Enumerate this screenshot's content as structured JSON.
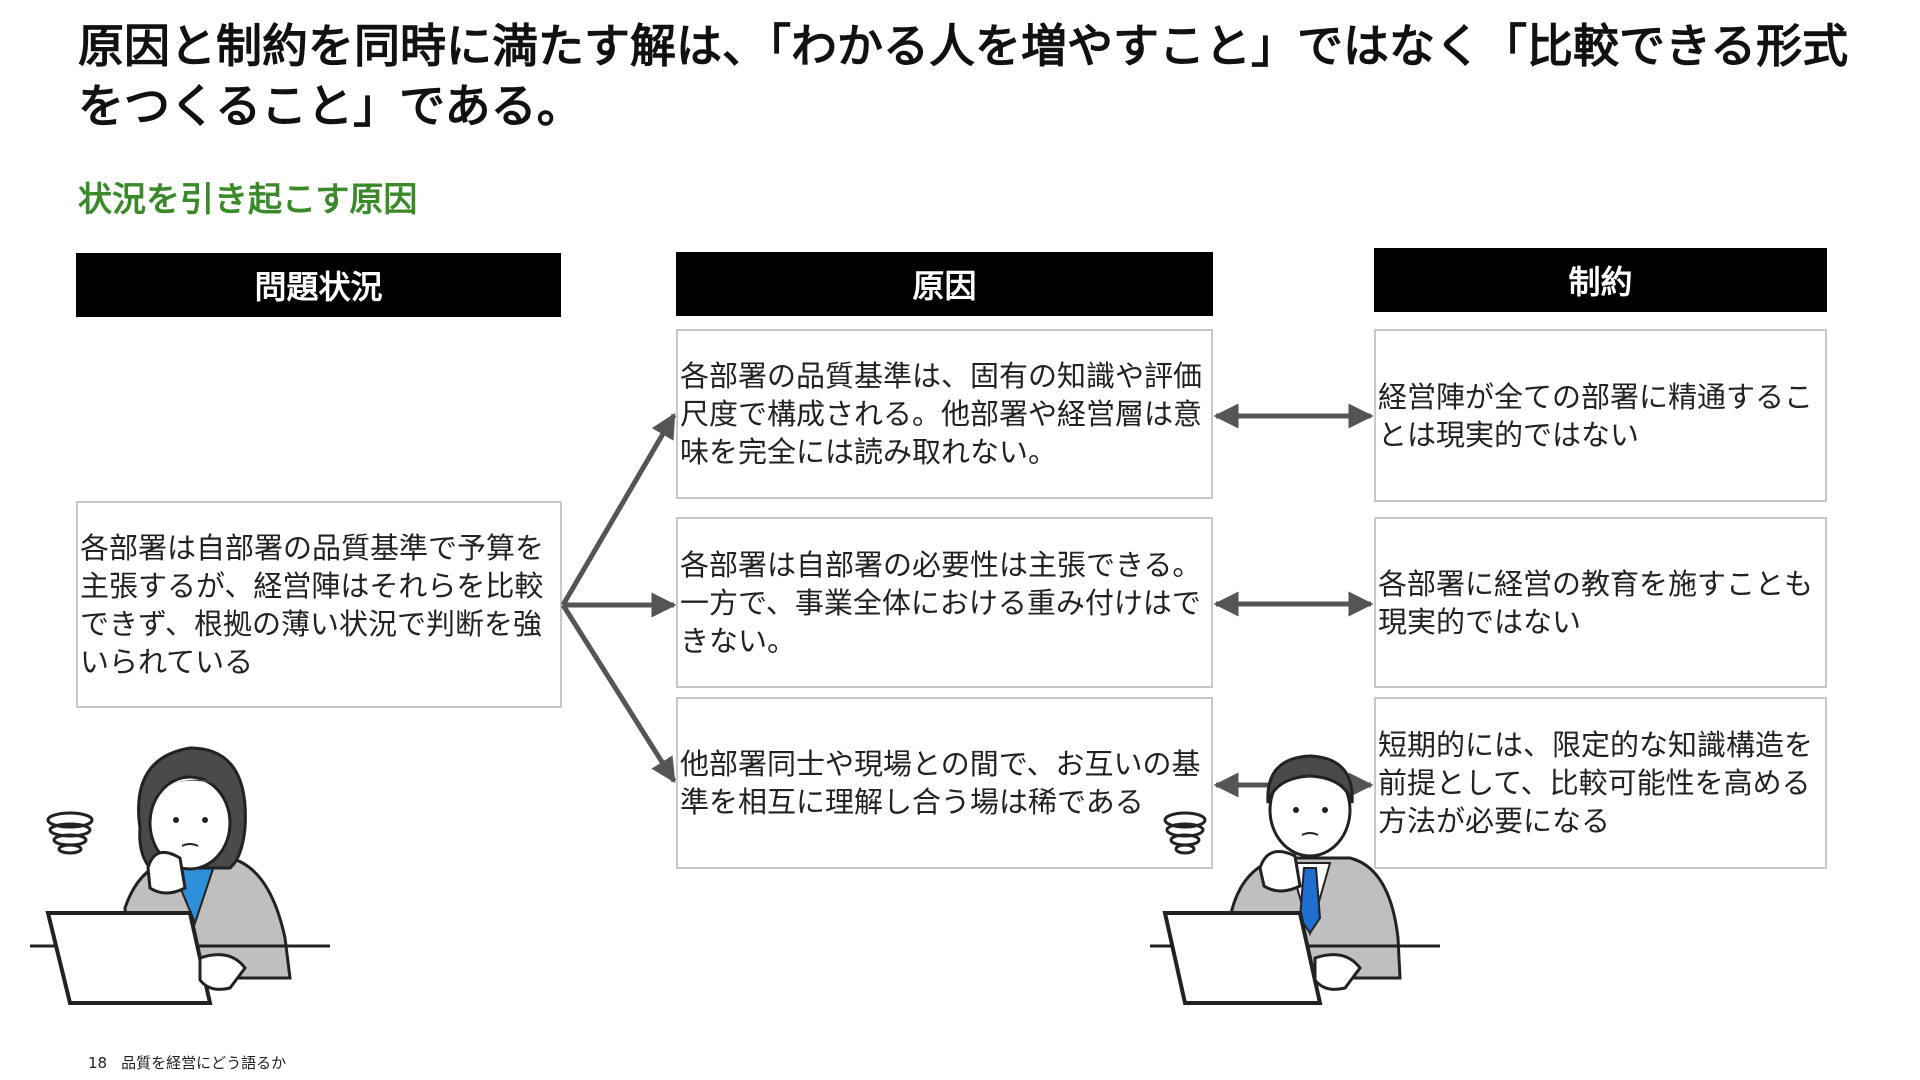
{
  "title": "原因と制約を同時に満たす解は、「わかる人を増やすこと」ではなく「比較できる形式をつくること」である。",
  "subtitle": "状況を引き起こす原因",
  "columns": {
    "problem": "問題状況",
    "cause": "原因",
    "constraint": "制約"
  },
  "problem_text": "各部署は自部署の品質基準で予算を主張するが、経営陣はそれらを比較できず、根拠の薄い状況で判断を強いられている",
  "causes": [
    "各部署の品質基準は、固有の知識や評価尺度で構成される。他部署や経営層は意味を完全には読み取れない。",
    "各部署は自部署の必要性は主張できる。一方で、事業全体における重み付けはできない。",
    "他部署同士や現場との間で、お互いの基準を相互に理解し合う場は稀である"
  ],
  "constraints": [
    "経営陣が全ての部署に精通することは現実的ではない",
    "各部署に経営の教育を施すことも現実的ではない",
    "短期的には、限定的な知識構造を前提として、比較可能性を高める方法が必要になる"
  ],
  "footer": {
    "page_number": "18",
    "doc_title": "品質を経営にどう語るか"
  },
  "colors": {
    "accent_green": "#3a8a2a",
    "header_bg": "#000000",
    "arrow": "#555555",
    "box_border": "#c8c8c8"
  }
}
